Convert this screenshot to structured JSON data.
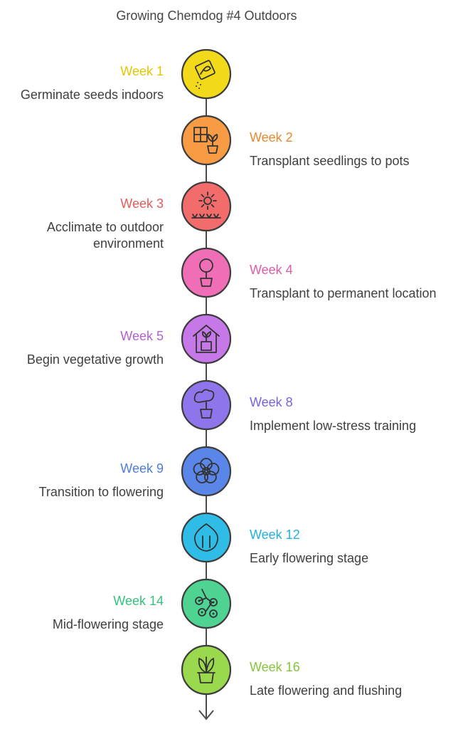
{
  "title": "Growing Chemdog #4 Outdoors",
  "steps": [
    {
      "week": "Week 1",
      "text": "Germinate seeds indoors",
      "color": "#f2da1b",
      "text_color": "#e3c600",
      "icon": "seed-packet-icon"
    },
    {
      "week": "Week 2",
      "text": "Transplant seedlings to pots",
      "color": "#f79b45",
      "text_color": "#e8892e",
      "icon": "seedling-tray-icon"
    },
    {
      "week": "Week 3",
      "text": "Acclimate to outdoor environment",
      "color": "#f36c6c",
      "text_color": "#e85a5a",
      "icon": "sun-grass-icon"
    },
    {
      "week": "Week 4",
      "text": "Transplant to permanent location",
      "color": "#ef6eb5",
      "text_color": "#e05ba6",
      "icon": "potted-tree-icon"
    },
    {
      "week": "Week 5",
      "text": "Begin vegetative growth",
      "color": "#c778e8",
      "text_color": "#b45fd8",
      "icon": "greenhouse-icon"
    },
    {
      "week": "Week 8",
      "text": "Implement low-stress training",
      "color": "#8f75ec",
      "text_color": "#7a62df",
      "icon": "bonsai-icon"
    },
    {
      "week": "Week 9",
      "text": "Transition to flowering",
      "color": "#5a86ea",
      "text_color": "#4f7ce0",
      "icon": "flower-icon"
    },
    {
      "week": "Week 12",
      "text": "Early flowering stage",
      "color": "#2fbde8",
      "text_color": "#23b0dc",
      "icon": "bud-icon"
    },
    {
      "week": "Week 14",
      "text": "Mid-flowering stage",
      "color": "#4ed392",
      "text_color": "#34c27d",
      "icon": "branch-icon"
    },
    {
      "week": "Week 16",
      "text": "Late flowering and flushing",
      "color": "#9ad84e",
      "text_color": "#86c53a",
      "icon": "potted-plant-icon"
    }
  ]
}
